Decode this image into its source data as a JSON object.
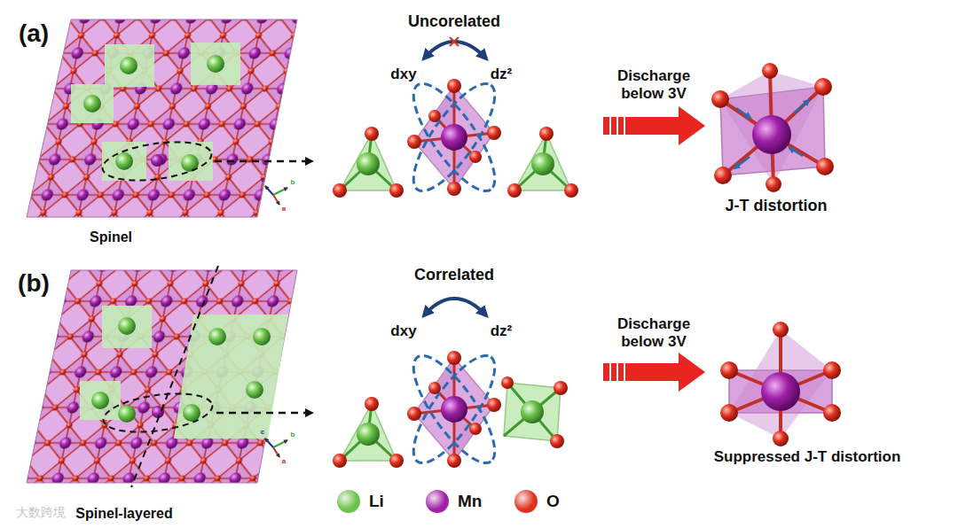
{
  "diagram": {
    "labels": [
      "(a)",
      "Uncorelated",
      "dxy",
      "dz²",
      "Discharge below 3V",
      "J-T distortion",
      "Spinel",
      "c",
      "b",
      "a",
      "(b)",
      "Correlated",
      "dxy",
      "dz²",
      "Discharge below 3V",
      "Suppressed J-T distortion",
      "Spinel-layered",
      "c",
      "b",
      "a",
      "大数跨境"
    ],
    "legend": [
      {
        "text": "Li",
        "color": "#6cc24a"
      },
      {
        "text": "Mn",
        "color": "#a020a8"
      },
      {
        "text": "O",
        "color": "#e03020"
      }
    ]
  }
}
